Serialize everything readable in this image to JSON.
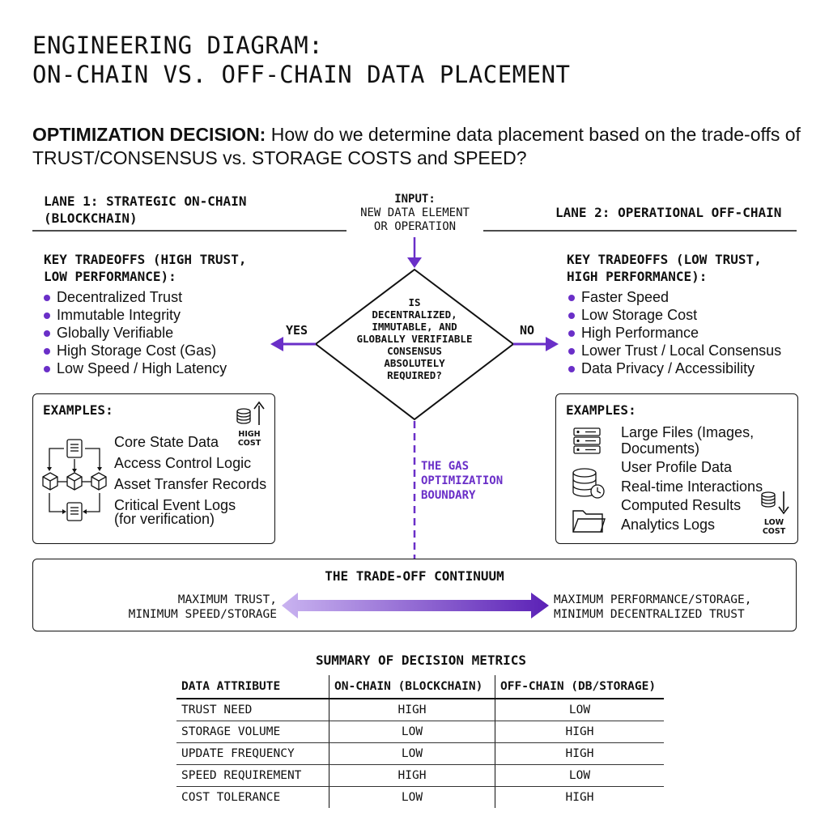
{
  "title": {
    "line1": "ENGINEERING DIAGRAM:",
    "line2": "ON-CHAIN VS. OFF-CHAIN DATA PLACEMENT"
  },
  "question": {
    "lead": "OPTIMIZATION DECISION:",
    "text": " How do we determine data placement based on the trade-offs of TRUST/CONSENSUS vs. STORAGE COSTS and SPEED?"
  },
  "lane1": {
    "title_line1": "LANE 1: STRATEGIC ON-CHAIN",
    "title_line2": "(BLOCKCHAIN)",
    "tradeoffs_line1": "KEY TRADEOFFS (HIGH TRUST,",
    "tradeoffs_line2": "LOW PERFORMANCE):",
    "bullets": [
      "Decentralized Trust",
      "Immutable Integrity",
      "Globally Verifiable",
      "High Storage Cost (Gas)",
      "Low Speed / High Latency"
    ],
    "examples_title": "EXAMPLES:",
    "examples": [
      "Core State Data",
      "Access Control Logic",
      "Asset Transfer Records",
      "Critical Event Logs",
      "(for verification)"
    ],
    "cost_badge_line1": "HIGH",
    "cost_badge_line2": "COST"
  },
  "lane2": {
    "title": "LANE 2: OPERATIONAL OFF-CHAIN",
    "tradeoffs_line1": "KEY TRADEOFFS (LOW TRUST,",
    "tradeoffs_line2": "HIGH PERFORMANCE):",
    "bullets": [
      "Faster Speed",
      "Low Storage Cost",
      "High Performance",
      "Lower Trust / Local Consensus",
      "Data Privacy / Accessibility"
    ],
    "examples_title": "EXAMPLES:",
    "examples": [
      "Large Files (Images,",
      "Documents)",
      "User Profile Data",
      "Real-time Interactions",
      "Computed Results",
      "Analytics Logs"
    ],
    "cost_badge_line1": "LOW",
    "cost_badge_line2": "COST"
  },
  "input": {
    "heading": "INPUT:",
    "line1": "NEW DATA ELEMENT",
    "line2": "OR OPERATION"
  },
  "decision": {
    "lines": [
      "IS",
      "DECENTRALIZED,",
      "IMMUTABLE, AND",
      "GLOBALLY VERIFIABLE",
      "CONSENSUS",
      "ABSOLUTELY",
      "REQUIRED?"
    ],
    "yes": "YES",
    "no": "NO"
  },
  "boundary": {
    "line1": "THE GAS",
    "line2": "OPTIMIZATION",
    "line3": "BOUNDARY"
  },
  "continuum": {
    "title": "THE TRADE-OFF CONTINUUM",
    "left_line1": "MAXIMUM TRUST,",
    "left_line2": "MINIMUM SPEED/STORAGE",
    "right_line1": "MAXIMUM PERFORMANCE/STORAGE,",
    "right_line2": "MINIMUM DECENTRALIZED TRUST"
  },
  "summary": {
    "title": "SUMMARY OF DECISION METRICS",
    "headers": [
      "DATA ATTRIBUTE",
      "ON-CHAIN (BLOCKCHAIN)",
      "OFF-CHAIN (DB/STORAGE)"
    ],
    "rows": [
      [
        "TRUST NEED",
        "HIGH",
        "LOW"
      ],
      [
        "STORAGE VOLUME",
        "LOW",
        "HIGH"
      ],
      [
        "UPDATE FREQUENCY",
        "LOW",
        "HIGH"
      ],
      [
        "SPEED REQUIREMENT",
        "HIGH",
        "LOW"
      ],
      [
        "COST TOLERANCE",
        "LOW",
        "HIGH"
      ]
    ]
  },
  "colors": {
    "accent": "#6a2fc8",
    "accent_light": "#c9b3f0",
    "ink": "#111111"
  },
  "icons": [
    "database-icon",
    "arrow-up-icon",
    "arrow-down-icon",
    "document-icon",
    "cube-icon",
    "server-rack-icon",
    "database-clock-icon",
    "folder-icon"
  ]
}
